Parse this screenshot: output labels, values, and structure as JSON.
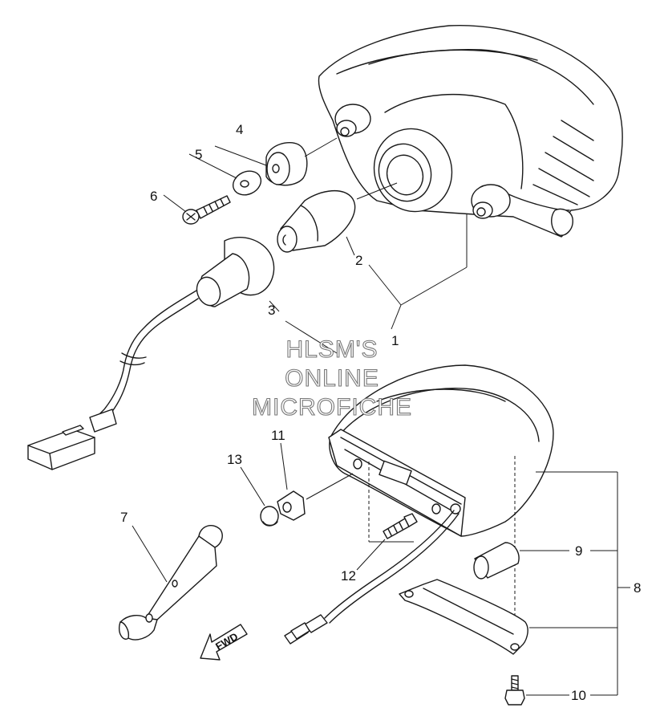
{
  "callouts": {
    "c1": "1",
    "c2": "2",
    "c3": "3",
    "c4": "4",
    "c5": "5",
    "c6": "6",
    "c7": "7",
    "c8": "8",
    "c9": "9",
    "c10": "10",
    "c11": "11",
    "c12": "12",
    "c13": "13"
  },
  "watermark": {
    "line1": "HLSM'S",
    "line2": "ONLINE",
    "line3": "MICROFICHE"
  },
  "direction_label": "FWD"
}
